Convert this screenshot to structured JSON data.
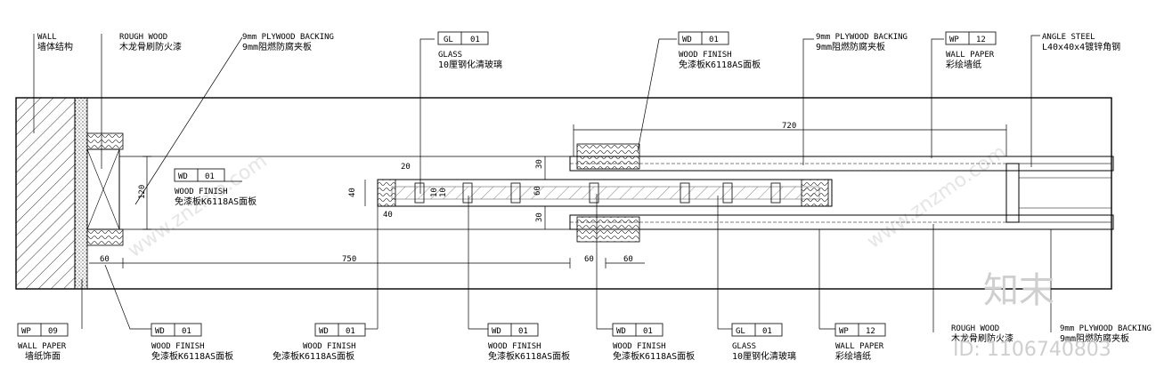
{
  "drawing": {
    "top_callouts": [
      {
        "id": "wall",
        "en": "WALL",
        "cn": "墙体结构"
      },
      {
        "id": "rough-wood-1",
        "en": "ROUGH WOOD",
        "cn": "木龙骨刷防火漆"
      },
      {
        "id": "plywood-1",
        "en": "9mm PLYWOOD BACKING",
        "cn": "9mm阻燃防腐夹板"
      },
      {
        "id": "glass-top",
        "tag": "GL",
        "num": "01",
        "en": "GLASS",
        "cn": "10厘钢化清玻璃"
      },
      {
        "id": "wd-top",
        "tag": "WD",
        "num": "01",
        "en": "WOOD FINISH",
        "cn": "免漆板K6118AS面板"
      },
      {
        "id": "plywood-2",
        "en": "9mm PLYWOOD BACKING",
        "cn": "9mm阻燃防腐夹板"
      },
      {
        "id": "wp-top",
        "tag": "WP",
        "num": "12",
        "en": "WALL PAPER",
        "cn": "彩绘墙纸"
      },
      {
        "id": "angle-steel",
        "en": "ANGLE STEEL",
        "cn": "L40x40x4镀锌角钢"
      }
    ],
    "mid_callout": {
      "tag": "WD",
      "num": "01",
      "en": "WOOD FINISH",
      "cn": "免漆板K6118AS面板"
    },
    "bottom_callouts": [
      {
        "id": "wp-09",
        "tag": "WP",
        "num": "09",
        "en": "WALL PAPER",
        "cn": "墙纸饰面"
      },
      {
        "id": "wd-b1",
        "tag": "WD",
        "num": "01",
        "en": "WOOD FINISH",
        "cn": "免漆板K6118AS面板"
      },
      {
        "id": "wd-b2",
        "tag": "WD",
        "num": "01",
        "en": "WOOD FINISH",
        "cn": "免漆板K6118AS面板"
      },
      {
        "id": "wd-b3",
        "tag": "WD",
        "num": "01",
        "en": "WOOD FINISH",
        "cn": "免漆板K6118AS面板"
      },
      {
        "id": "wd-b4",
        "tag": "WD",
        "num": "01",
        "en": "WOOD FINISH",
        "cn": "免漆板K6118AS面板"
      },
      {
        "id": "gl-b",
        "tag": "GL",
        "num": "01",
        "en": "GLASS",
        "cn": "10厘钢化清玻璃"
      },
      {
        "id": "wp-b",
        "tag": "WP",
        "num": "12",
        "en": "WALL PAPER",
        "cn": "彩绘墙纸"
      },
      {
        "id": "rough-wood-2",
        "en": "ROUGH WOOD",
        "cn": "木龙骨刷防火漆"
      },
      {
        "id": "plywood-3",
        "en": "9mm PLYWOOD BACKING",
        "cn": "9mm阻燃防腐夹板"
      }
    ],
    "dimensions": {
      "d720": "720",
      "d120": "120",
      "d750": "750",
      "d60a": "60",
      "d60b": "60",
      "d60c": "60",
      "d20": "20",
      "d40a": "40",
      "d40b": "40",
      "d30a": "30",
      "d30b": "30",
      "d10": "10",
      "d10b": "10",
      "d60d": "60"
    },
    "watermark": {
      "logo": "知末",
      "id_text": "ID: 1106740803",
      "site": "www.znzmo.com"
    }
  }
}
